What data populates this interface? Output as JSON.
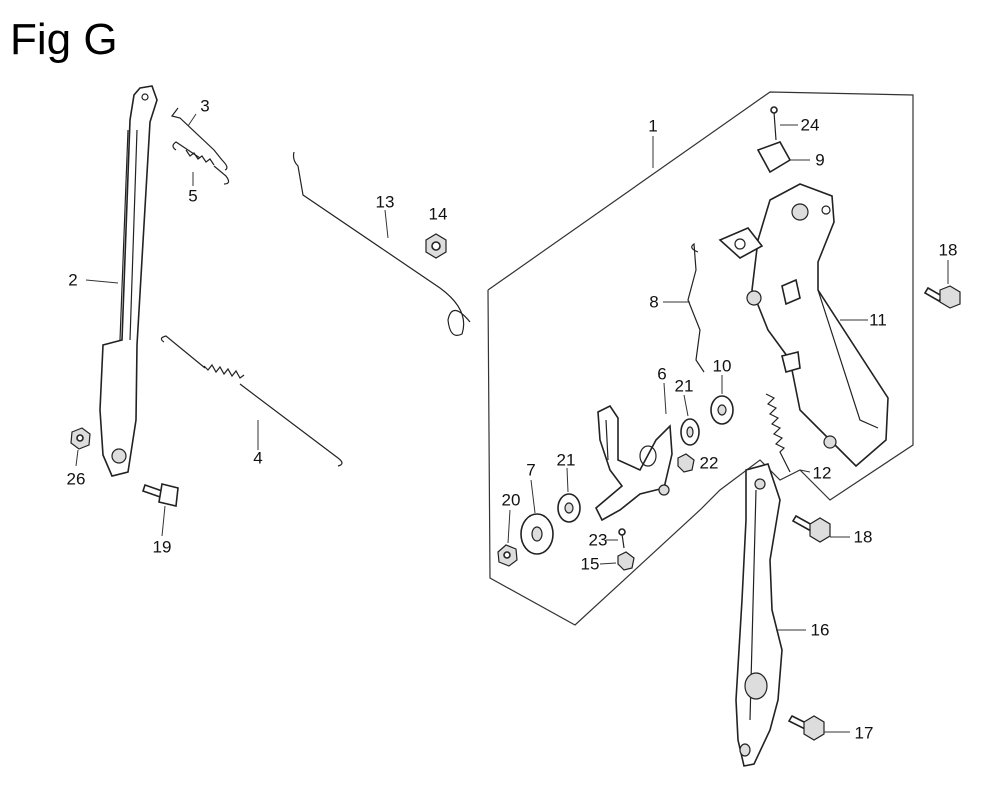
{
  "title": "Fig G",
  "callouts": {
    "c1": "1",
    "c2": "2",
    "c3": "3",
    "c4": "4",
    "c5": "5",
    "c6": "6",
    "c7": "7",
    "c8": "8",
    "c9": "9",
    "c10": "10",
    "c11": "11",
    "c12": "12",
    "c13": "13",
    "c14": "14",
    "c15": "15",
    "c16": "16",
    "c17": "17",
    "c18a": "18",
    "c18b": "18",
    "c19": "19",
    "c20": "20",
    "c21a": "21",
    "c21b": "21",
    "c22": "22",
    "c23": "23",
    "c24": "24",
    "c26": "26"
  }
}
